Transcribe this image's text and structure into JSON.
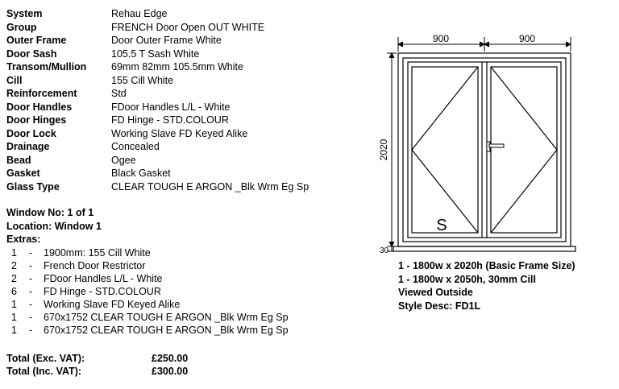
{
  "spec": [
    {
      "label": "System",
      "value": "Rehau Edge"
    },
    {
      "label": "Group",
      "value": "FRENCH Door Open OUT WHITE"
    },
    {
      "label": "Outer Frame",
      "value": "Door Outer Frame White"
    },
    {
      "label": "Door Sash",
      "value": "105.5 T Sash White"
    },
    {
      "label": "Transom/Mullion",
      "value": "69mm 82mm 105.5mm White"
    },
    {
      "label": "Cill",
      "value": "155 Cill White"
    },
    {
      "label": "Reinforcement",
      "value": "Std"
    },
    {
      "label": "Door Handles",
      "value": "FDoor Handles L/L - White"
    },
    {
      "label": "Door Hinges",
      "value": "FD Hinge - STD.COLOUR"
    },
    {
      "label": "Door Lock",
      "value": "Working Slave FD Keyed Alike"
    },
    {
      "label": "Drainage",
      "value": "Concealed"
    },
    {
      "label": "Bead",
      "value": "Ogee"
    },
    {
      "label": "Gasket",
      "value": "Black Gasket"
    },
    {
      "label": "Glass Type",
      "value": "CLEAR TOUGH E ARGON _Blk Wrm Eg Sp"
    }
  ],
  "window": {
    "number": "Window No: 1 of 1",
    "location": "Location: Window 1",
    "extras_heading": "Extras:"
  },
  "extras": [
    {
      "qty": "1",
      "dash": "-",
      "desc": "1900mm: 155 Cill White"
    },
    {
      "qty": "2",
      "dash": "-",
      "desc": "French Door Restrictor"
    },
    {
      "qty": "2",
      "dash": "-",
      "desc": "FDoor Handles L/L - White"
    },
    {
      "qty": "6",
      "dash": "-",
      "desc": "FD Hinge - STD.COLOUR"
    },
    {
      "qty": "1",
      "dash": "-",
      "desc": "Working Slave FD Keyed Alike"
    },
    {
      "qty": "1",
      "dash": "-",
      "desc": "670x1752 CLEAR TOUGH E ARGON _Blk Wrm Eg Sp"
    },
    {
      "qty": "1",
      "dash": "-",
      "desc": "670x1752 CLEAR TOUGH E ARGON _Blk Wrm Eg Sp"
    }
  ],
  "totals": [
    {
      "label": "Total (Exc. VAT):",
      "value": "£250.00"
    },
    {
      "label": "Total (Inc. VAT):",
      "value": "£300.00"
    }
  ],
  "drawing": {
    "width_left": "900",
    "width_right": "900",
    "height": "2020",
    "cill": "30",
    "sash_mark": "S"
  },
  "notes": [
    "1 - 1800w x 2020h (Basic Frame Size)",
    "1 - 1800w x 2050h, 30mm Cill",
    "Viewed Outside",
    "Style Desc: FD1L"
  ]
}
